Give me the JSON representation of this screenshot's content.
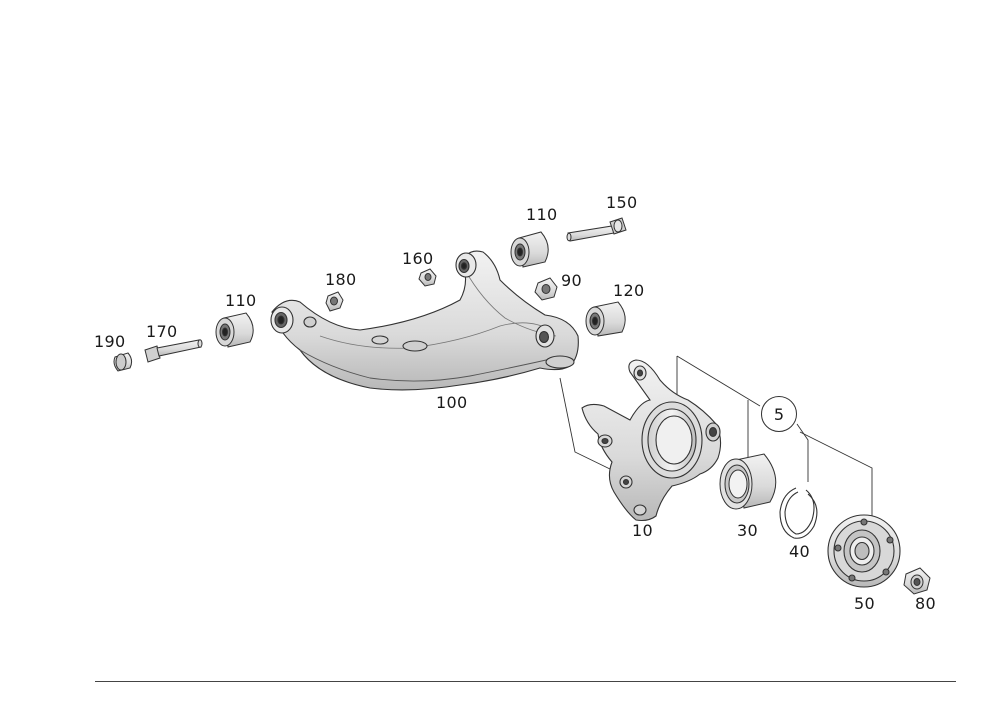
{
  "callouts": {
    "c190": "190",
    "c170": "170",
    "c110_left": "110",
    "c180": "180",
    "c160": "160",
    "c110_top": "110",
    "c150": "150",
    "c90": "90",
    "c120": "120",
    "c100": "100",
    "c10": "10",
    "c5": "5",
    "c30": "30",
    "c40": "40",
    "c50": "50",
    "c80": "80"
  },
  "colors": {
    "stroke": "#333333",
    "part_fill": "#e4e4e4",
    "part_shade": "#c8c8c8",
    "part_dark": "#9a9a9a"
  }
}
